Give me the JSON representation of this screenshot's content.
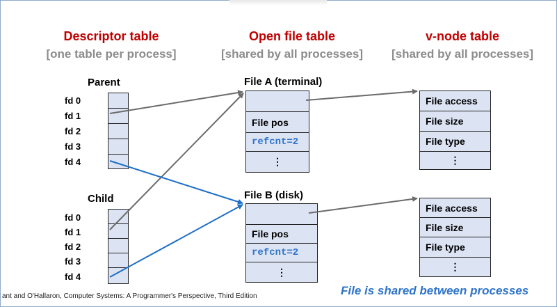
{
  "headers": {
    "descriptor_title": "Descriptor table",
    "descriptor_sub": "[one table per process]",
    "open_title": "Open file table",
    "open_sub": "[shared by all processes]",
    "vnode_title": "v-node table",
    "vnode_sub": "[shared by all processes]"
  },
  "parent": {
    "label": "Parent",
    "fds": [
      "fd 0",
      "fd 1",
      "fd 2",
      "fd 3",
      "fd 4"
    ]
  },
  "child": {
    "label": "Child",
    "fds": [
      "fd 0",
      "fd 1",
      "fd 2",
      "fd 3",
      "fd 4"
    ]
  },
  "file_a": {
    "label": "File A (terminal)",
    "rows": [
      "",
      "File pos",
      "refcnt=2",
      "⋮"
    ]
  },
  "file_b": {
    "label": "File B (disk)",
    "rows": [
      "",
      "File pos",
      "refcnt=2",
      "⋮"
    ]
  },
  "vnode_a": {
    "rows": [
      "File access",
      "File size",
      "File type",
      "⋮"
    ]
  },
  "vnode_b": {
    "rows": [
      "File access",
      "File size",
      "File type",
      "⋮"
    ]
  },
  "colors": {
    "title_red": "#c00000",
    "subtitle_gray": "#8c8c8c",
    "box_fill": "#dce3f3",
    "blue": "#2e74c8",
    "arrow_gray": "#6b6b6b",
    "arrow_blue": "#1f6fc6"
  },
  "footer": "ant and O'Hallaron, Computer Systems: A Programmer's Perspective, Third Edition",
  "note": "File is shared between processes"
}
